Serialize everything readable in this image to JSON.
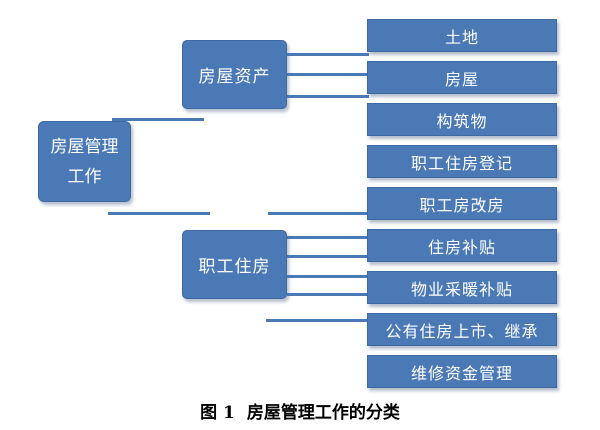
{
  "diagram": {
    "root": "房屋管理\n工作",
    "branches": [
      {
        "label": "房屋资产",
        "children": [
          "土地",
          "房屋",
          "构筑物"
        ]
      },
      {
        "label": "职工住房",
        "children": [
          "职工住房登记",
          "职工房改房",
          "住房补贴",
          "物业采暖补贴",
          "公有住房上市、继承",
          "维修资金管理"
        ]
      }
    ]
  },
  "caption": {
    "number": "图 1",
    "text": "房屋管理工作的分类"
  },
  "colors": {
    "box_fill": "#4a79b5",
    "connector": "#4a79b5",
    "text_on_box": "#ffffff"
  }
}
